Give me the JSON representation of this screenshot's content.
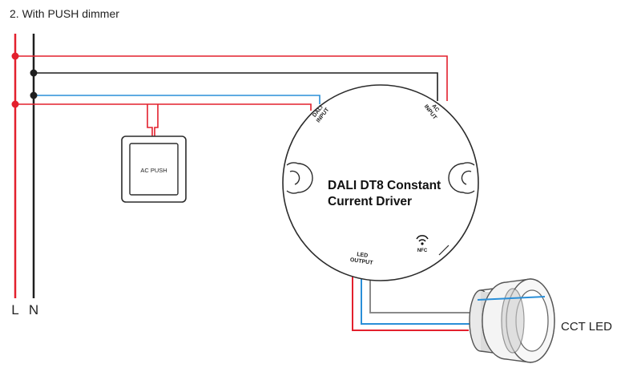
{
  "heading": "2. With PUSH dimmer",
  "lines": {
    "live_label": "L",
    "neutral_label": "N"
  },
  "push_switch": {
    "label": "AC PUSH"
  },
  "driver": {
    "title_line1": "DALI DT8 Constant",
    "title_line2": "Current Driver",
    "dali_input_line1": "DALI",
    "dali_input_line2": "INPUT",
    "ac_input_line1": "AC",
    "ac_input_line2": "INPUT",
    "led_output_line1": "LED",
    "led_output_line2": "OUTPUT",
    "nfc_label": "NFC"
  },
  "load": {
    "label": "CCT LED"
  },
  "colors": {
    "live_wire": "#e3202d",
    "neutral_wire": "#1f1f1f",
    "dali_wire": "#2a8fd8",
    "gray_wire": "#8a8a8a",
    "outline": "#2b2b2b"
  }
}
